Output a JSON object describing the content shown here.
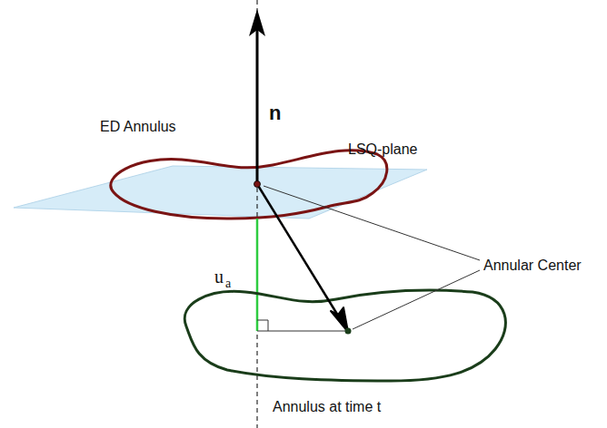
{
  "diagram": {
    "labels": [
      "ED Annulus",
      "n",
      "LSQ-plane",
      "Annular Center",
      "u",
      "a",
      "Annulus at time t"
    ]
  }
}
